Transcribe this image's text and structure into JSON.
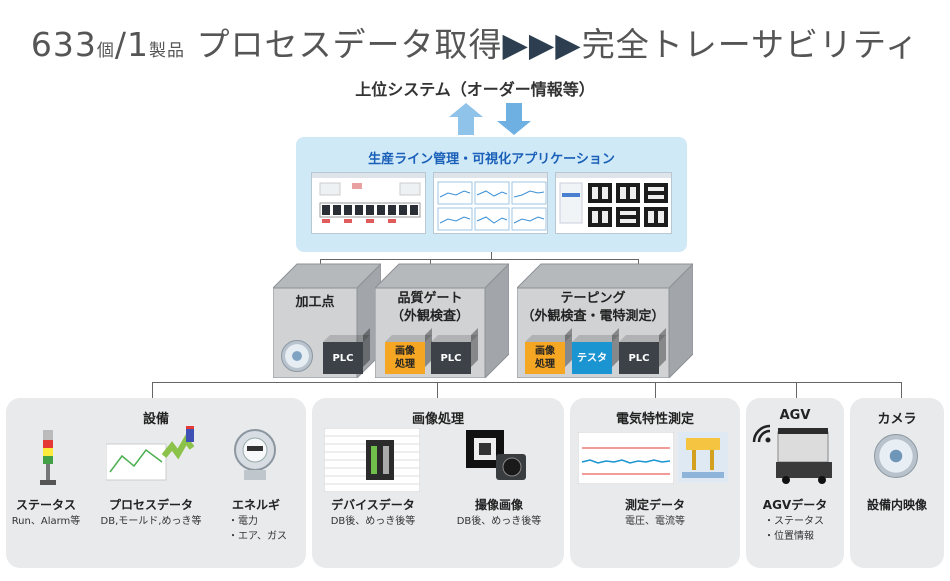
{
  "header": {
    "title_num": "633",
    "title_unit1": "個",
    "title_sep": "/1",
    "title_unit2": "製品",
    "title_main": "プロセスデータ取得",
    "title_arrows": "▶▶▶",
    "title_tail": "完全トレーサビリティ",
    "upper_system": "上位システム（オーダー情報等）"
  },
  "app": {
    "title": "生産ライン管理・可視化アプリケーション"
  },
  "processes": [
    {
      "label": "加工点",
      "modules": [
        "PLC"
      ]
    },
    {
      "label": "品質ゲート\n（外観検査）",
      "modules": [
        "画像\n処理",
        "PLC"
      ]
    },
    {
      "label": "テーピング\n（外観検査・電特測定）",
      "modules": [
        "画像\n処理",
        "テスタ",
        "PLC"
      ]
    }
  ],
  "panels": {
    "equipment": {
      "title": "設備",
      "items": [
        {
          "label": "ステータス",
          "detail": "Run、Alarm等"
        },
        {
          "label": "プロセスデータ",
          "detail": "DB,モールド,めっき等"
        },
        {
          "label": "エネルギ",
          "detail": "・電力\n・エア、ガス"
        }
      ]
    },
    "image": {
      "title": "画像処理",
      "items": [
        {
          "label": "デバイスデータ",
          "detail": "DB後、めっき後等"
        },
        {
          "label": "撮像画像",
          "detail": "DB後、めっき後等"
        }
      ]
    },
    "electrical": {
      "title": "電気特性測定",
      "items": [
        {
          "label": "測定データ",
          "detail": "電圧、電流等"
        }
      ]
    },
    "agv": {
      "title": "AGV",
      "items": [
        {
          "label": "AGVデータ",
          "detail": "・ステータス\n・位置情報"
        }
      ]
    },
    "camera": {
      "title": "カメラ",
      "items": [
        {
          "label": "設備内映像",
          "detail": ""
        }
      ]
    }
  },
  "colors": {
    "accent": "#1a5fb8",
    "app_bg": "#cfe9f7",
    "panel_bg": "#e9eaeb",
    "arrow": "#7fb7e6"
  }
}
